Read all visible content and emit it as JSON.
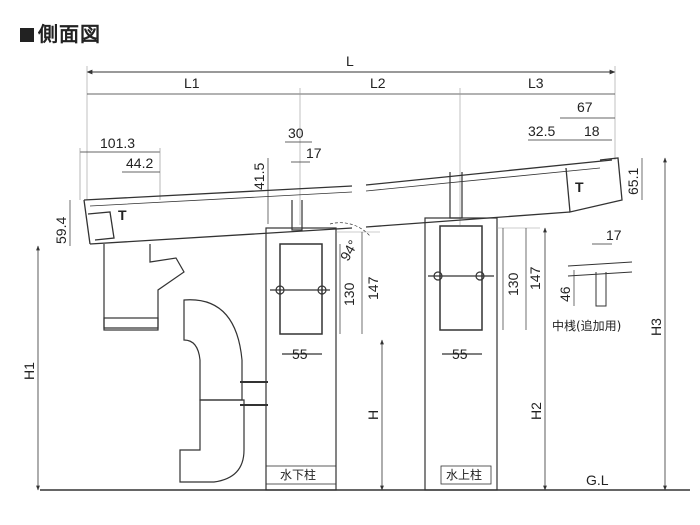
{
  "title": "側面図",
  "dims": {
    "L": "L",
    "L1": "L1",
    "L2": "L2",
    "L3": "L3",
    "d101": "101.3",
    "d44": "44.2",
    "d59": "59.4",
    "d41": "41.5",
    "d30": "30",
    "d17a": "17",
    "deg": "94°",
    "d67": "67",
    "d32": "32.5",
    "d18": "18",
    "d65": "65.1",
    "d130a": "130",
    "d147a": "147",
    "d55a": "55",
    "d130b": "130",
    "d147b": "147",
    "d55b": "55",
    "d17b": "17",
    "d46": "46",
    "H": "H",
    "H1": "H1",
    "H2": "H2",
    "H3": "H3"
  },
  "labels": {
    "lower_post": "水下柱",
    "upper_post": "水上柱",
    "middle_rail": "中桟(追加用)",
    "ground": "G.L"
  }
}
